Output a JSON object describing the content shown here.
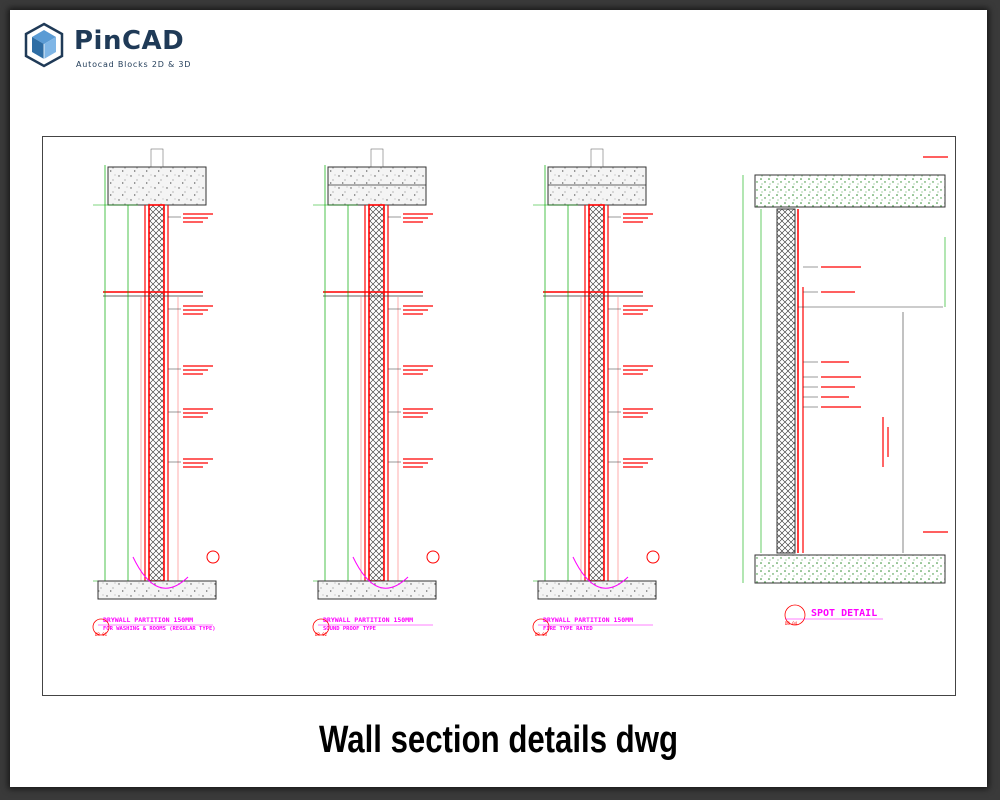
{
  "brand": {
    "name": "PinCAD",
    "tagline": "Autocad Blocks 2D & 3D"
  },
  "drawing": {
    "sections": [
      {
        "title": "DRYWALL PARTITION 150MM",
        "subtitle": "FOR WASHING & ROOMS (REGULAR TYPE)",
        "tag": "DB-01"
      },
      {
        "title": "DRYWALL PARTITION 150MM",
        "subtitle": "SOUND PROOF TYPE",
        "tag": "DB-02"
      },
      {
        "title": "DRYWALL PARTITION 150MM",
        "subtitle": "FIRE TYPE RATED",
        "tag": "DB-03"
      }
    ],
    "spot_detail": {
      "title": "SPOT DETAIL",
      "tag": "DB-04"
    },
    "colors": {
      "wall": "#ff0000",
      "dimension": "#00aa00",
      "callout": "#ff00ff",
      "concrete": "#f0f0f0"
    }
  },
  "caption": "Wall section details dwg"
}
